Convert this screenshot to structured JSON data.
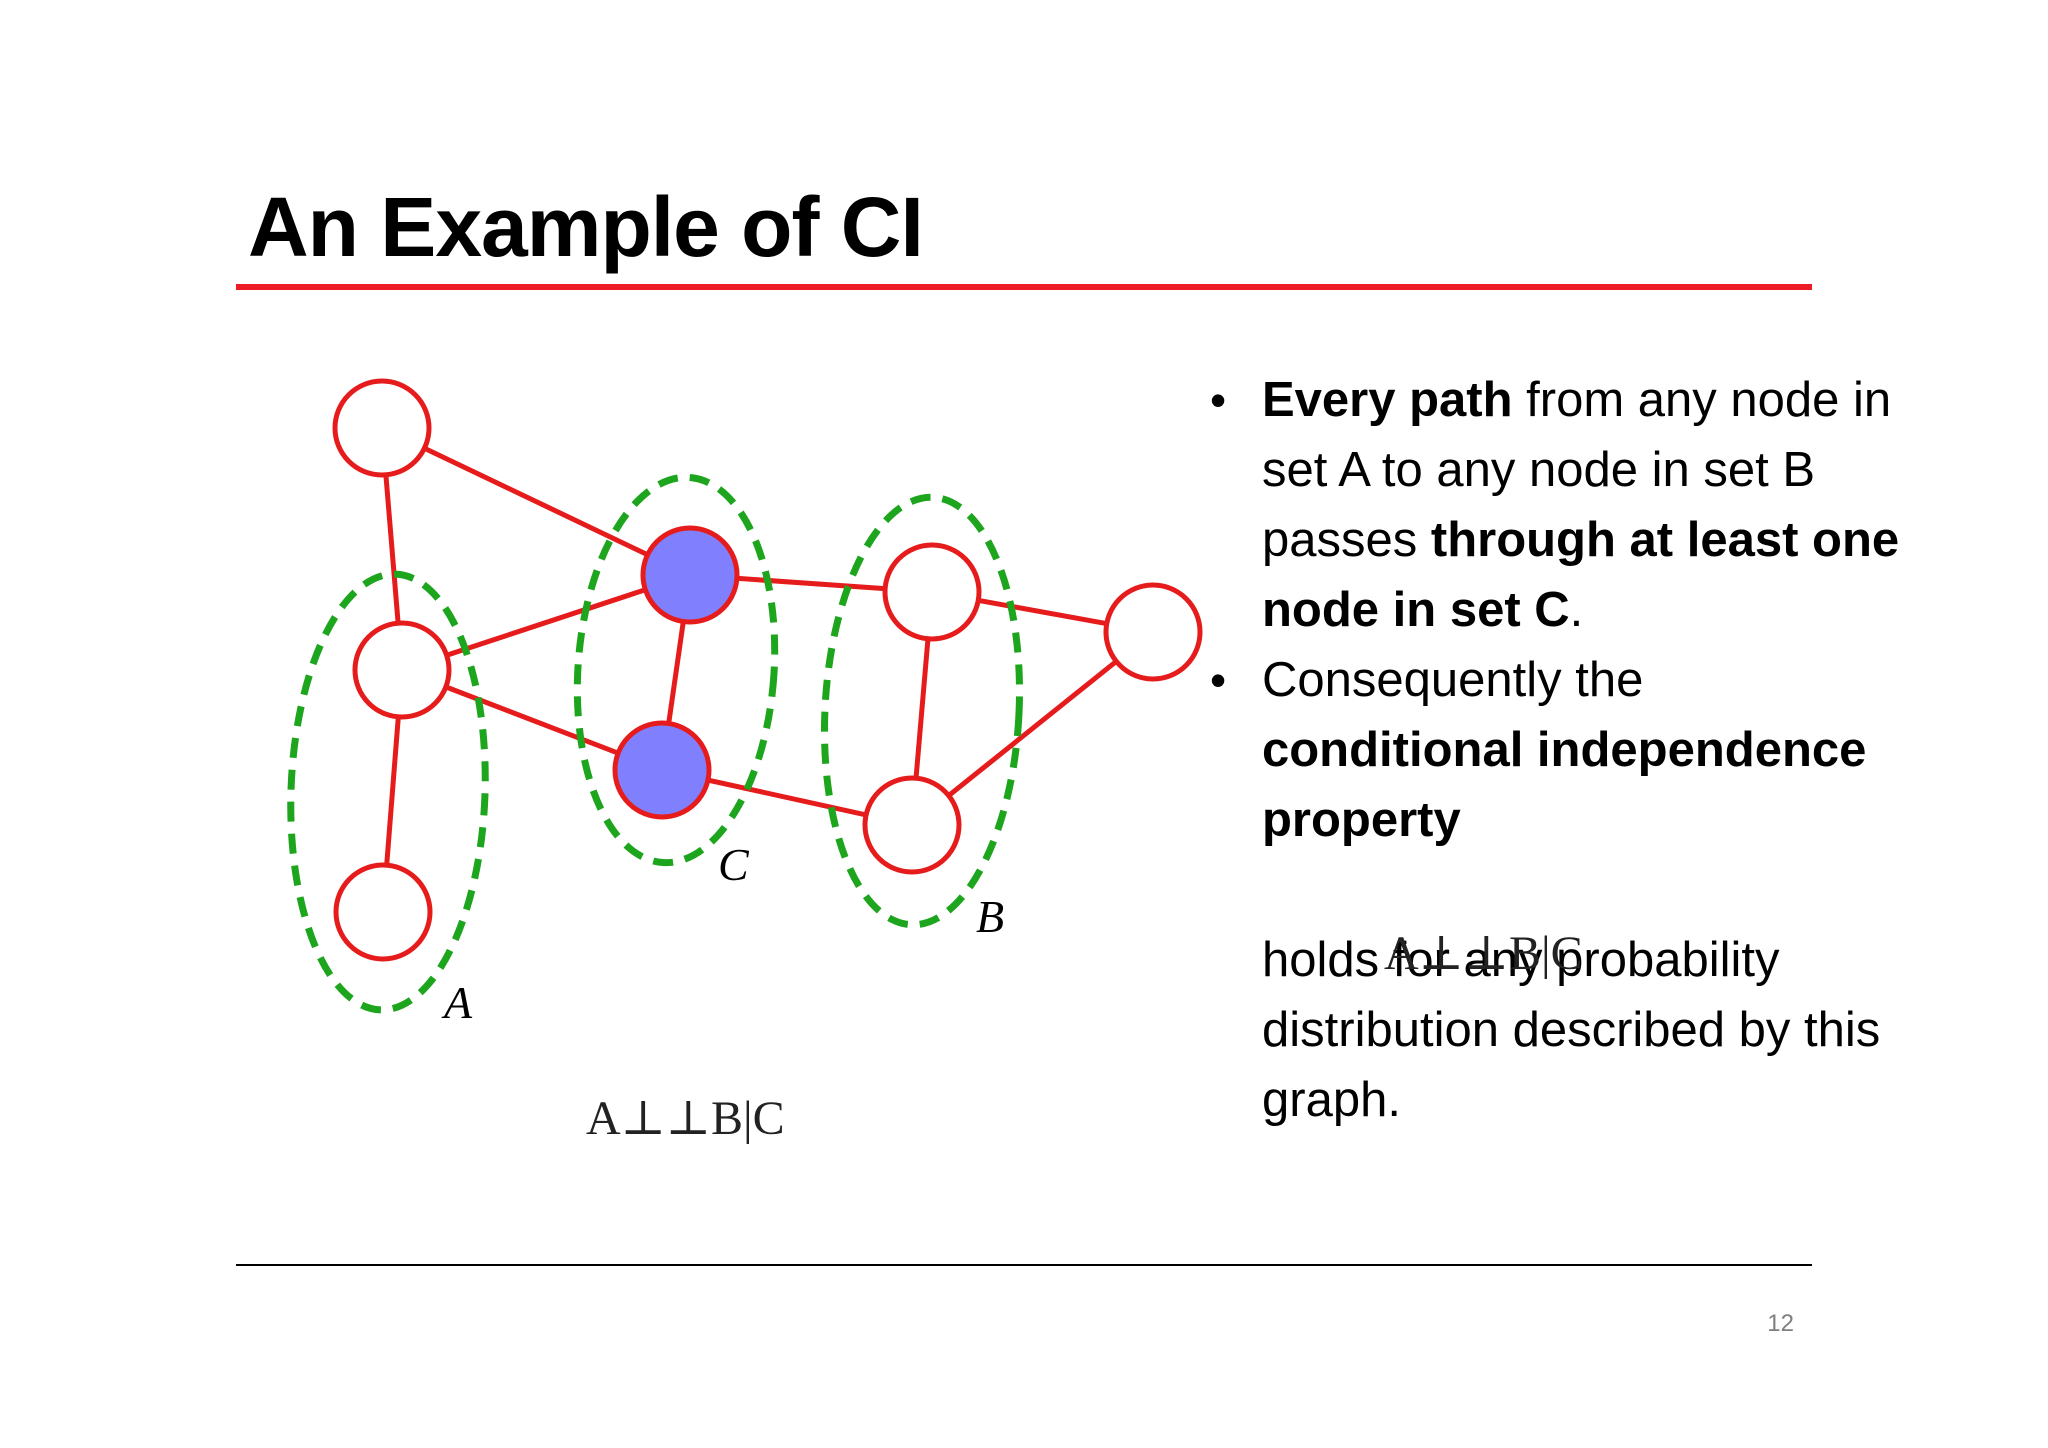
{
  "slide": {
    "title": "An Example of CI",
    "page_number": "12"
  },
  "diagram": {
    "set_labels": {
      "a": "A",
      "b": "B",
      "c": "C"
    },
    "formula": "A⊥⊥B|C"
  },
  "bullets": [
    {
      "bullet": "•",
      "bold1": "Every path",
      "text1": " from any node in set A to any node in set B passes ",
      "bold2": "through at least one node in set C",
      "text2": "."
    },
    {
      "bullet": "•",
      "text1": "Consequently the ",
      "bold1": "conditional independence property",
      "formula": "A⊥⊥B|C",
      "text2": "holds for any probability distribution described by this graph."
    }
  ],
  "colors": {
    "title_rule": "#ee1c24",
    "edges": "#e61c1c",
    "set_ellipse": "#1ea51e",
    "shaded_node": "#8080ff"
  }
}
